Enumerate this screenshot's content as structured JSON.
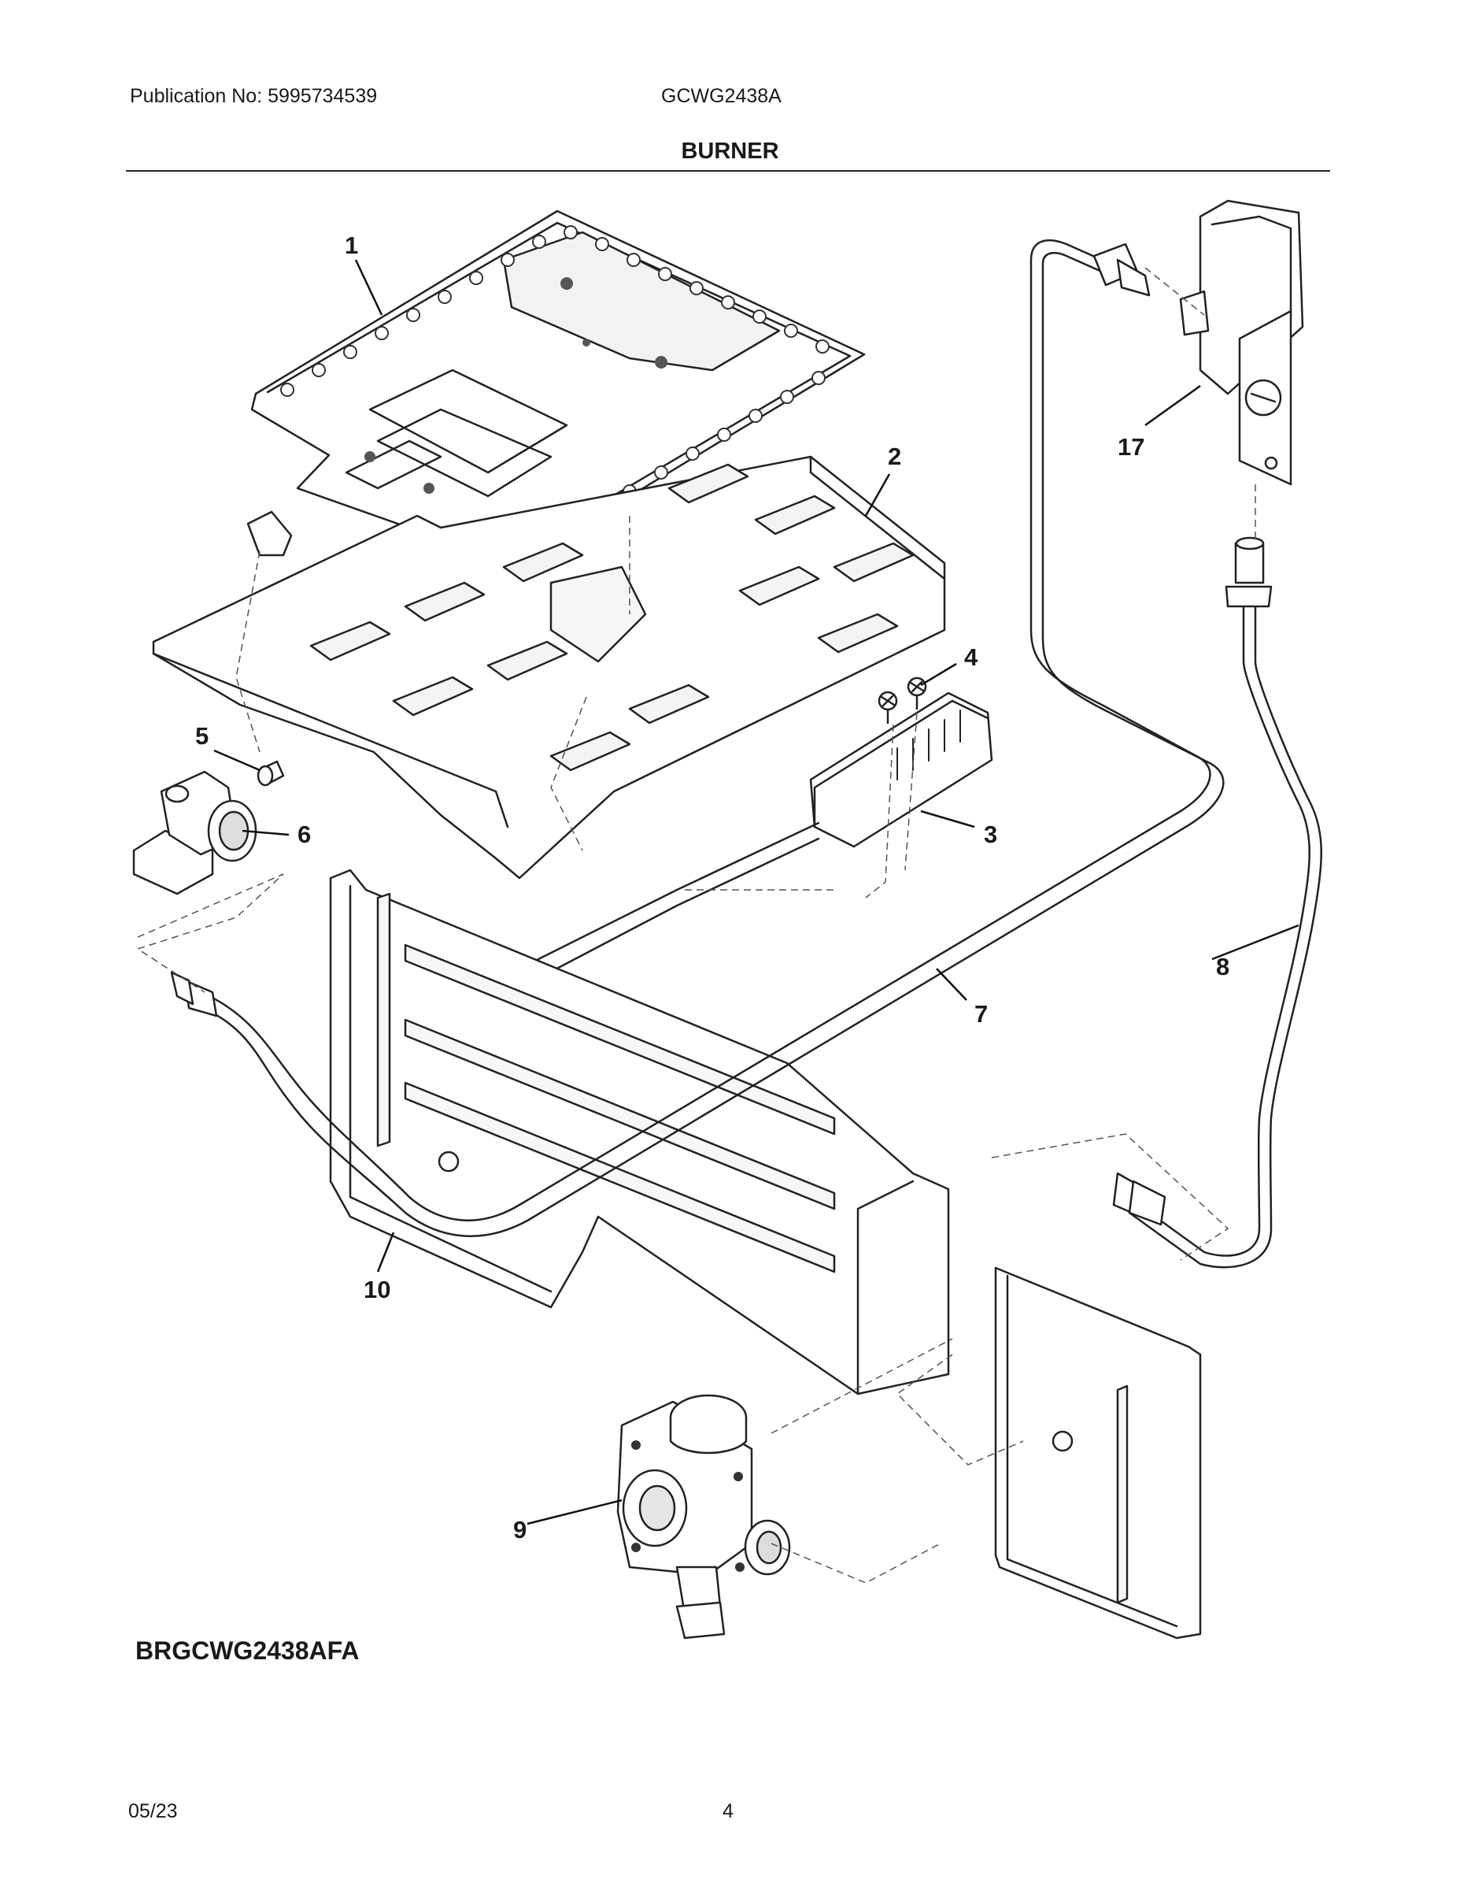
{
  "header": {
    "publication": "Publication No: 5995734539",
    "model": "GCWG2438A",
    "section_title": "BURNER"
  },
  "callouts": [
    "1",
    "2",
    "3",
    "4",
    "5",
    "6",
    "7",
    "8",
    "9",
    "10",
    "17"
  ],
  "diagram_code": "BRGCWG2438AFA",
  "footer": {
    "date": "05/23",
    "page": "4"
  }
}
